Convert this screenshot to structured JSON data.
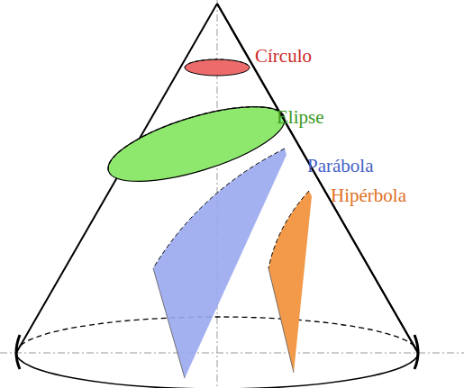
{
  "diagram": {
    "labels": [
      "Círculo",
      "Elipse",
      "Parábola",
      "Hipérbola"
    ]
  }
}
